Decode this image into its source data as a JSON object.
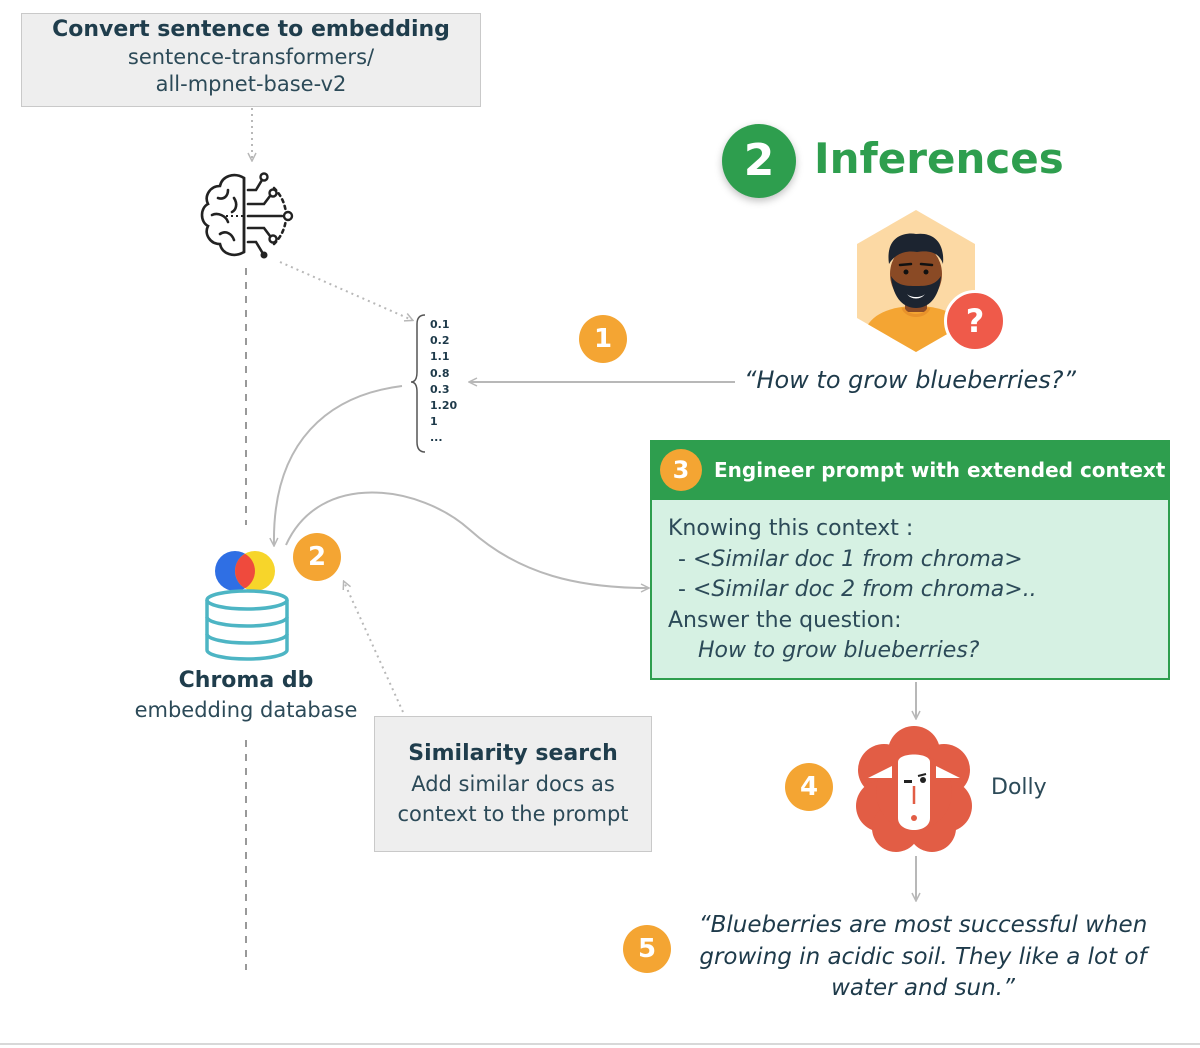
{
  "embed_box": {
    "title": "Convert sentence to embedding",
    "line1": "sentence-transformers/",
    "line2": "all-mpnet-base-v2"
  },
  "icons": {
    "brain": "brain-circuit-icon",
    "user": "user-avatar-icon",
    "question": "question-mark-icon",
    "db": "database-icon",
    "chroma_logo": "chroma-logo-icon",
    "dolly": "dolly-sheep-icon"
  },
  "section": {
    "number": "2",
    "title": "Inferences"
  },
  "question": {
    "mark": "?",
    "text": "“How to grow blueberries?”"
  },
  "vector": [
    "0.1",
    "0.2",
    "1.1",
    "0.8",
    "0.3",
    "1.20",
    "1",
    "..."
  ],
  "badges": {
    "b1": "1",
    "b2": "2",
    "b3": "3",
    "b4": "4",
    "b5": "5"
  },
  "chroma": {
    "title": "Chroma db",
    "subtitle": "embedding database"
  },
  "similarity": {
    "title": "Similarity search",
    "line1": "Add similar docs as",
    "line2": "context to the prompt"
  },
  "prompt": {
    "header": "Engineer prompt with extended context",
    "line1": "Knowing this context :",
    "doc1_prefix": "- ",
    "doc1": "<Similar doc 1 from chroma>",
    "doc2_prefix": "- ",
    "doc2": "<Similar doc 2 from chroma>..",
    "line4": "Answer the question:",
    "line5": "How to grow blueberries?"
  },
  "dolly": {
    "label": "Dolly"
  },
  "answer": {
    "line1": "“Blueberries are most successful when",
    "line2": "growing in acidic soil. They like a lot of",
    "line3": "water and sun.”"
  },
  "colors": {
    "green": "#2e9e4e",
    "green_light": "#d6f1e3",
    "badge": "#f4a533",
    "sheep": "#e25d45",
    "question": "#ef5a4a"
  }
}
